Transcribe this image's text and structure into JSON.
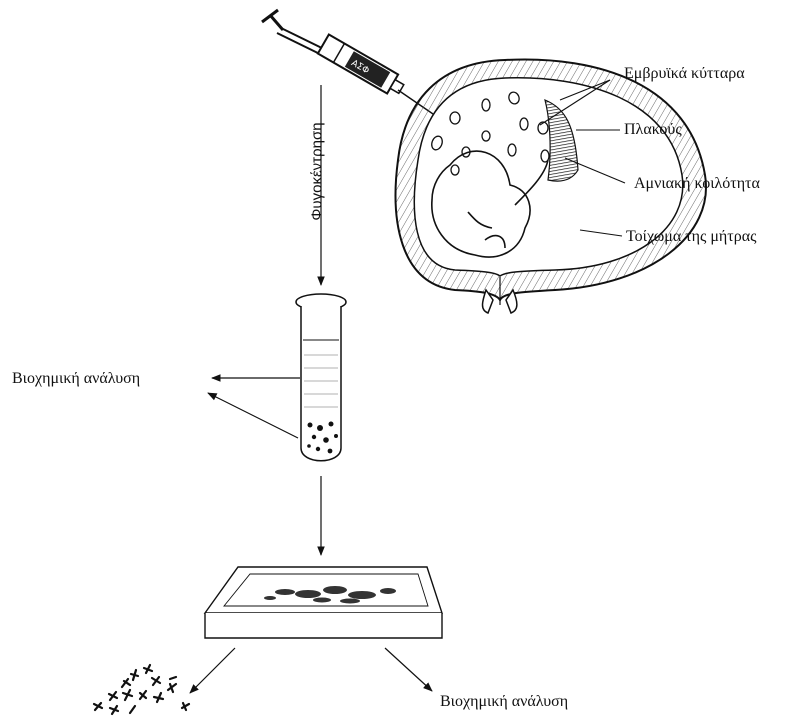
{
  "labels": {
    "fetal_cells": "Εμβρυϊκά κύτταρα",
    "placenta": "Πλακούς",
    "amniotic_cavity": "Αμνιακή κοιλότητα",
    "uterine_wall": "Τοίχωμα της μήτρας",
    "centrifugation": "Φυγοκέντρηση",
    "biochem_left": "Βιοχημική ανάλυση",
    "biochem_bottom": "Βιοχημική ανάλυση"
  }
}
